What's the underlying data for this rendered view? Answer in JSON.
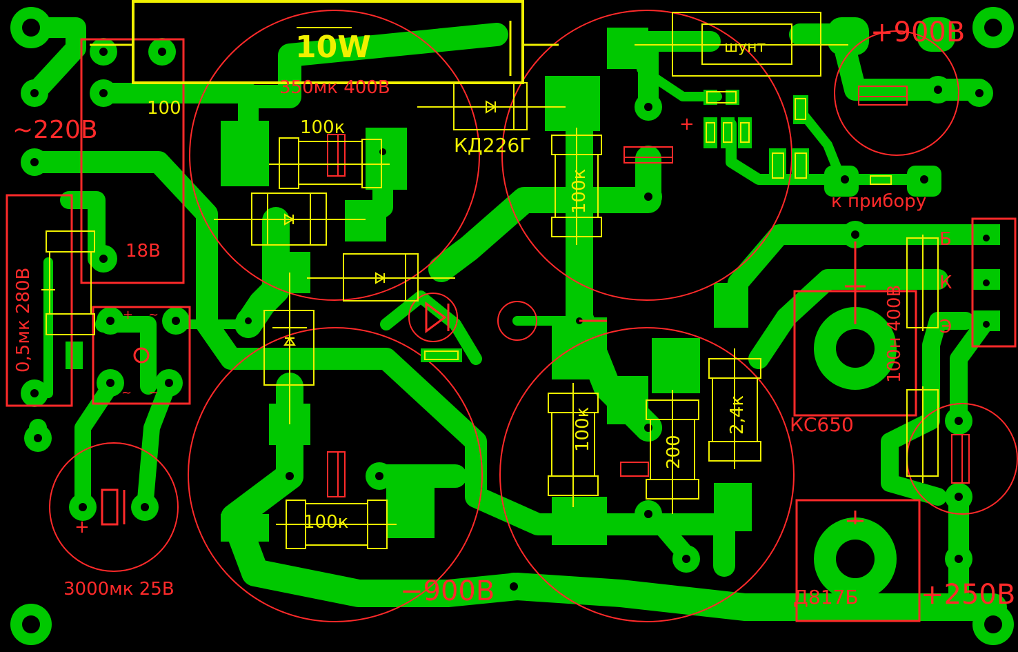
{
  "colors": {
    "background": "#000000",
    "copper": "#00c800",
    "silkscreen": "#f0f000",
    "annotation": "#ff2a2a"
  },
  "labels": {
    "v900_pos": "+900В",
    "v900_neg": "−900В",
    "v250_pos": "+250В",
    "ac220": "~220В",
    "v18": "18В",
    "k_priboru": "к прибору",
    "cap_350": "350мк 400В",
    "cap_3000": "3000мк 25В",
    "cap_05": "0,5мк 280В",
    "cap_100n": "100н 400В",
    "zener_kc650": "КС650",
    "zener_d817": "Д817Б",
    "pin_b": "Б",
    "pin_k": "К",
    "pin_e": "Э",
    "bridge_plus": "+",
    "bridge_tilde1": "~",
    "bridge_tilde2": "~",
    "bridge_minus": "−",
    "polarity_plus": "+"
  },
  "silk": {
    "r_10w": "10W",
    "r_100": "100",
    "r_100k_top": "100к",
    "diode_kd226": "КД226Г",
    "r_100k_right": "100к",
    "shunt": "шунт",
    "r_100k_mid": "100к",
    "r_200": "200",
    "r_24k": "2,4к",
    "r_100k_bot": "100к"
  }
}
